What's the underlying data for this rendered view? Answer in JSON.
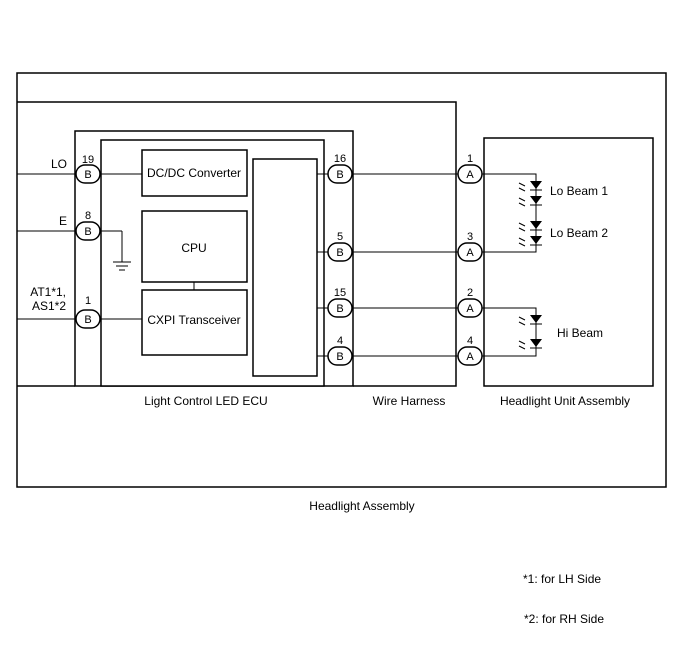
{
  "assembly": {
    "label": "Headlight Assembly"
  },
  "ecu": {
    "label": "Light Control LED ECU",
    "blocks": {
      "dcdc": "DC/DC Converter",
      "cpu": "CPU",
      "cxpi": "CXPI Transceiver"
    }
  },
  "harness": {
    "label": "Wire Harness"
  },
  "headlight_unit": {
    "label": "Headlight Unit Assembly"
  },
  "inputs": [
    {
      "signal": "LO",
      "pin": "19",
      "connector": "B"
    },
    {
      "signal": "E",
      "pin": "8",
      "connector": "B"
    },
    {
      "signal_line1": "AT1*1,",
      "signal_line2": "AS1*2",
      "pin": "1",
      "connector": "B"
    }
  ],
  "ecu_outputs": [
    {
      "pin": "16",
      "connector": "B"
    },
    {
      "pin": "5",
      "connector": "B"
    },
    {
      "pin": "15",
      "connector": "B"
    },
    {
      "pin": "4",
      "connector": "B"
    }
  ],
  "unit_pins": [
    {
      "pin": "1",
      "connector": "A"
    },
    {
      "pin": "3",
      "connector": "A"
    },
    {
      "pin": "2",
      "connector": "A"
    },
    {
      "pin": "4",
      "connector": "A"
    }
  ],
  "lamps": {
    "lo1": "Lo Beam 1",
    "lo2": "Lo Beam 2",
    "hi": "Hi Beam"
  },
  "notes": [
    "*1: for LH Side",
    "*2: for RH Side"
  ]
}
